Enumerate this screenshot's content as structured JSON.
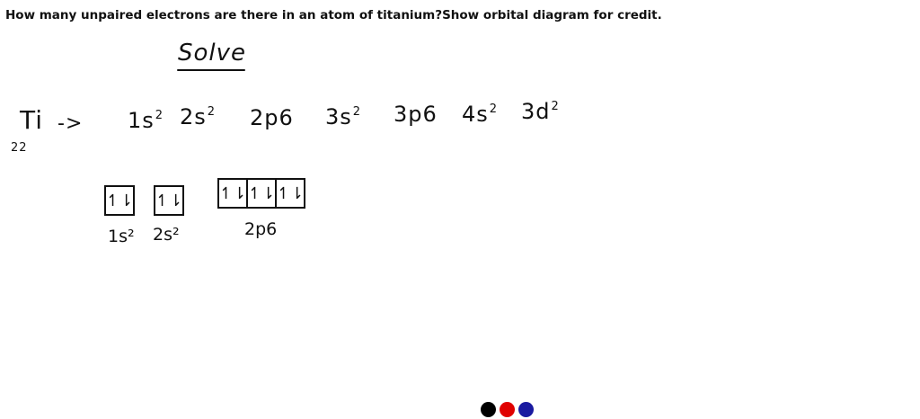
{
  "question": "How many unpaired electrons are there in an atom of titanium?Show orbital diagram for credit.",
  "work": {
    "heading": "Solve",
    "element_symbol": "Ti",
    "atomic_number": "22",
    "arrow": "->",
    "configuration": [
      {
        "orbital": "1s",
        "count": "2"
      },
      {
        "orbital": "2s",
        "count": "2"
      },
      {
        "orbital": "2p6",
        "count": ""
      },
      {
        "orbital": "3s",
        "count": "2"
      },
      {
        "orbital": "3p6",
        "count": ""
      },
      {
        "orbital": "4s",
        "count": "2"
      },
      {
        "orbital": "3d",
        "count": "2"
      }
    ],
    "orbital_diagram": [
      {
        "label": "1s²",
        "boxes": [
          "↿⇂"
        ]
      },
      {
        "label": "2s²",
        "boxes": [
          "↿⇂"
        ]
      },
      {
        "label": "2p6",
        "boxes": [
          "↿⇂",
          "↿⇂",
          "↿⇂"
        ]
      }
    ]
  },
  "pen_colors": [
    "#000000",
    "#e00000",
    "#1a1aa0"
  ]
}
